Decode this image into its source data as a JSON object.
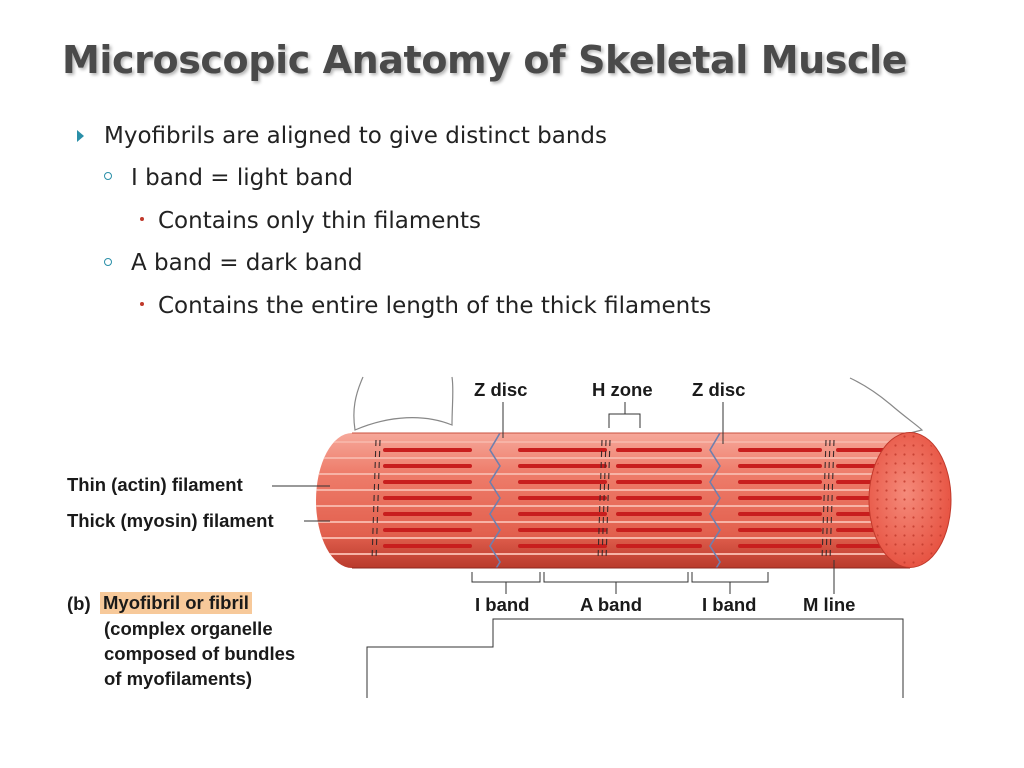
{
  "slide": {
    "title": "Microscopic Anatomy of Skeletal Muscle",
    "bullets": [
      {
        "level": 1,
        "text": "Myofibrils are aligned to give distinct bands"
      },
      {
        "level": 2,
        "text": "I band = light band"
      },
      {
        "level": 3,
        "text": "Contains only thin filaments"
      },
      {
        "level": 2,
        "text": "A band = dark band"
      },
      {
        "level": 3,
        "text": "Contains the entire length of the thick filaments"
      }
    ]
  },
  "figure": {
    "labels": {
      "z_disc_left": "Z disc",
      "h_zone": "H zone",
      "z_disc_right": "Z disc",
      "thin_filament": "Thin (actin) filament",
      "thick_filament": "Thick (myosin) filament",
      "i_band_left": "I band",
      "a_band": "A band",
      "i_band_right": "I band",
      "m_line": "M line"
    },
    "caption": {
      "part": "(b)",
      "highlight": "Myofibril or fibril",
      "line1": "(complex organelle",
      "line2": "composed of bundles",
      "line3": "of myofilaments)"
    },
    "colors": {
      "fibril_light": "#f08a78",
      "fibril_dark": "#d23a2a",
      "thick_filament": "#c81e1e",
      "z_line": "#6e7fae",
      "caption_highlight": "#f7c99a",
      "bullet_accent": "#2a8fa8"
    }
  }
}
